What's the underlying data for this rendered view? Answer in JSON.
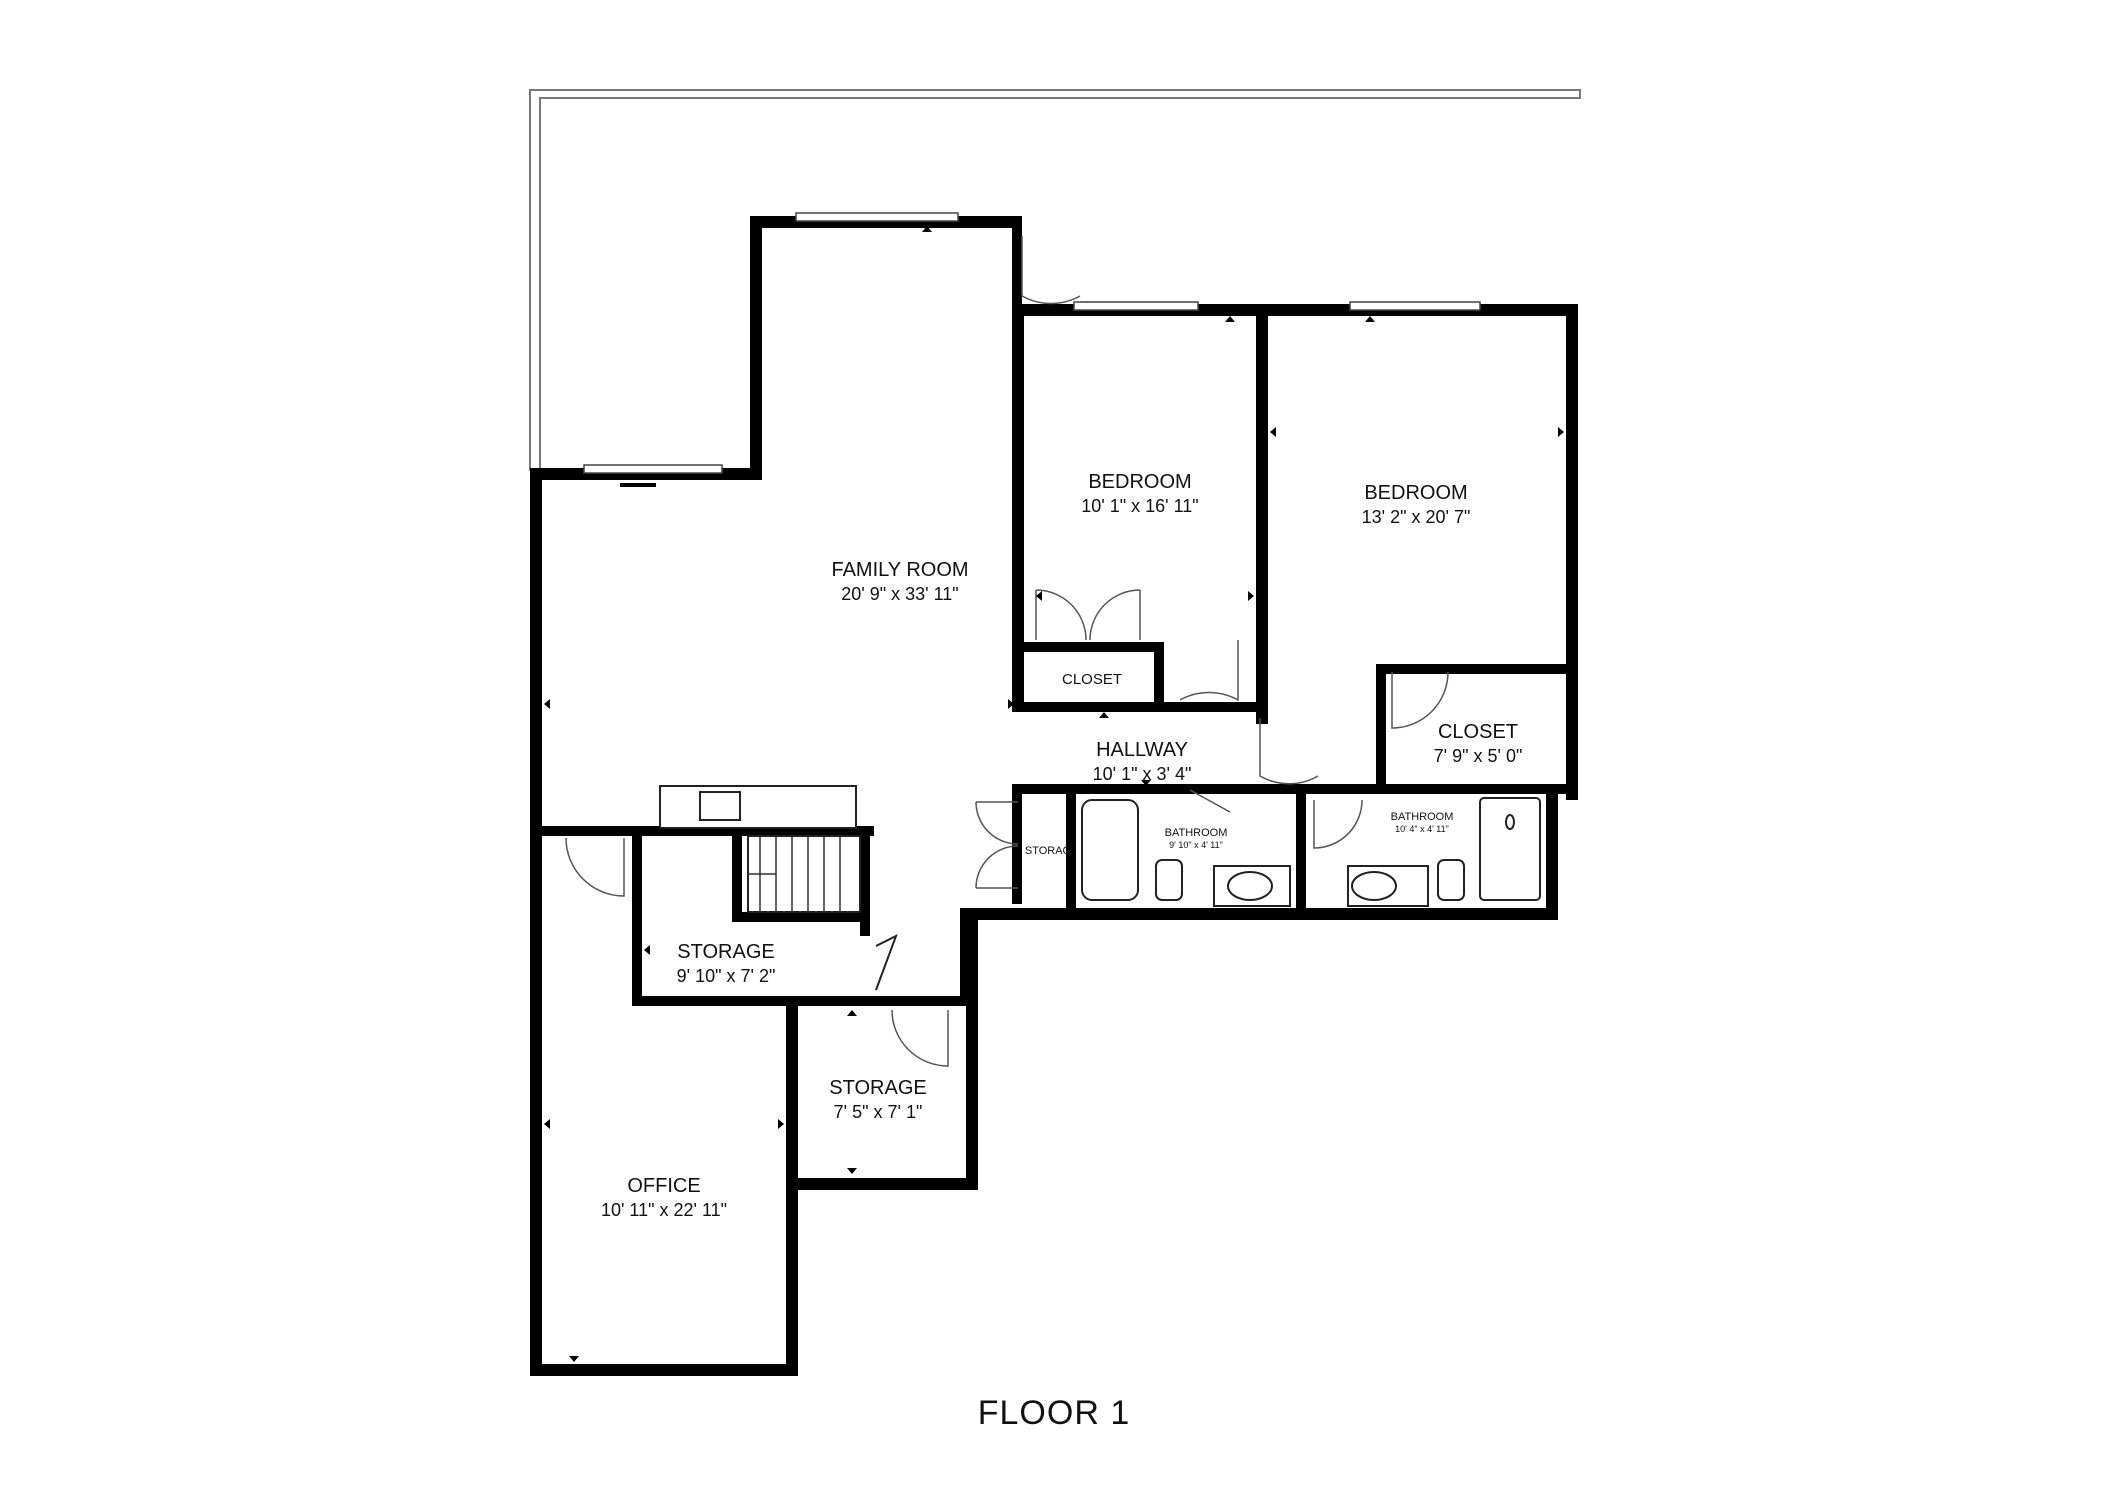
{
  "floor_label": "FLOOR 1",
  "rooms": {
    "family_room": {
      "name": "FAMILY ROOM",
      "dims": "20' 9\" x 33' 11\""
    },
    "bedroom_1": {
      "name": "BEDROOM",
      "dims": "10' 1\" x 16' 11\""
    },
    "bedroom_2": {
      "name": "BEDROOM",
      "dims": "13' 2\" x 20' 7\""
    },
    "closet_small": {
      "name": "CLOSET"
    },
    "closet_2": {
      "name": "CLOSET",
      "dims": "7' 9\" x 5' 0\""
    },
    "hallway": {
      "name": "HALLWAY",
      "dims": "10' 1\" x 3' 4\""
    },
    "bathroom_1": {
      "name": "BATHROOM",
      "dims": "9' 10\" x 4' 11\""
    },
    "bathroom_2": {
      "name": "BATHROOM",
      "dims": "10' 4\" x 4' 11\""
    },
    "storage_small": {
      "name": "STORAG"
    },
    "storage_1": {
      "name": "STORAGE",
      "dims": "9' 10\" x 7' 2\""
    },
    "storage_2": {
      "name": "STORAGE",
      "dims": "7' 5\" x 7' 1\""
    },
    "office": {
      "name": "OFFICE",
      "dims": "10' 11\" x 22' 11\""
    }
  }
}
